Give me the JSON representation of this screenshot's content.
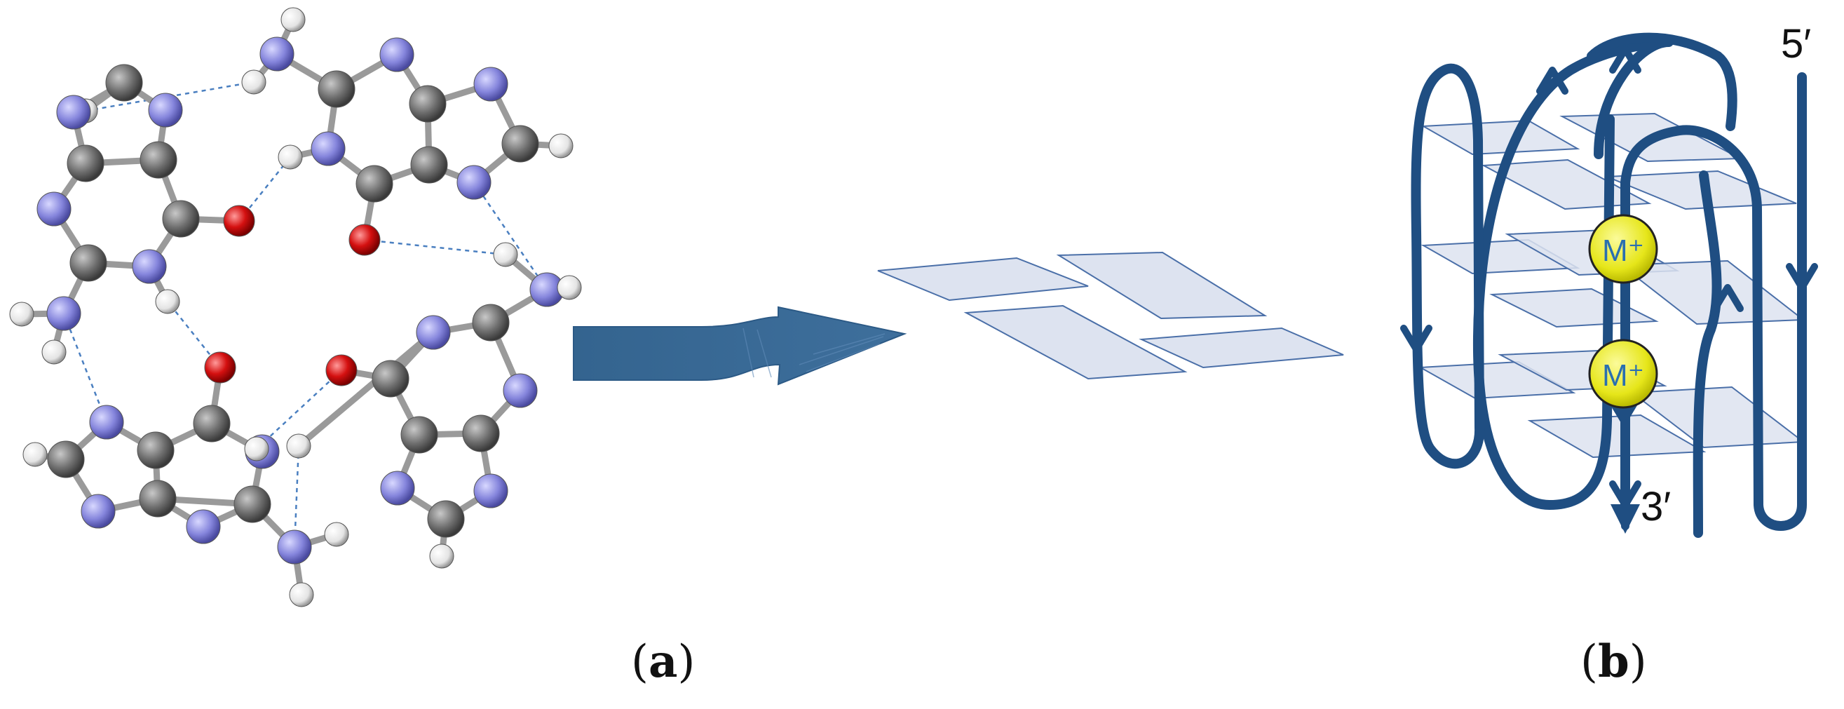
{
  "labels": {
    "panel_a": "a",
    "panel_b": "b",
    "five_prime": "5′",
    "three_prime": "3′",
    "ion": "M⁺"
  },
  "colors": {
    "carbon": "#6f6f6f",
    "nitrogen": "#8a8ae0",
    "oxygen": "#d01010",
    "hydrogen": "#e8e8e8",
    "bond": "#9a9a9a",
    "hbond": "#4a7fc0",
    "arrow": "#2f5f8f",
    "tetrad_fill": "#dde3f0",
    "tetrad_stroke": "#4a6fa8",
    "strand": "#1f4e82",
    "ion_fill": "#e8e81a",
    "ion_text": "#2a6fb0"
  }
}
